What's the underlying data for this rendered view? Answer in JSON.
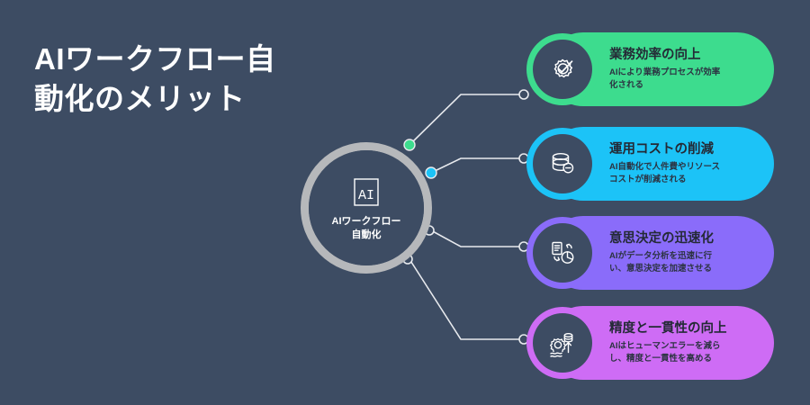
{
  "page": {
    "background_color": "#3d4c63",
    "title": "AIワークフロー自\n動化のメリット"
  },
  "hub": {
    "label": "AIワークフロー\n自動化",
    "icon": "ai-box-icon",
    "ring_color": "#b6b8bb"
  },
  "cards": [
    {
      "id": "card-1",
      "title": "業務効率の向上",
      "desc": "AIにより業務プロセスが効率\n化される",
      "color": "#3ddc8e",
      "icon": "gear-check-icon",
      "connector_dot": "filled"
    },
    {
      "id": "card-2",
      "title": "運用コストの削減",
      "desc": "AI自動化で人件費やリソース\nコストが削減される",
      "color": "#1cc3f7",
      "icon": "database-minus-icon",
      "connector_dot": "filled"
    },
    {
      "id": "card-3",
      "title": "意思決定の迅速化",
      "desc": "AIがデータ分析を迅速に行\nい、意思決定を加速させる",
      "color": "#8a6cfa",
      "icon": "document-piechart-exchange-icon",
      "connector_dot": "hollow"
    },
    {
      "id": "card-4",
      "title": "精度と一貫性の向上",
      "desc": "AIはヒューマンエラーを減ら\nし、精度と一貫性を高める",
      "color": "#ce6cf5",
      "icon": "gear-waves-arrow-icon",
      "connector_dot": "hollow"
    }
  ],
  "connectors": {
    "line_color": "#e8eaee",
    "count": 4
  }
}
